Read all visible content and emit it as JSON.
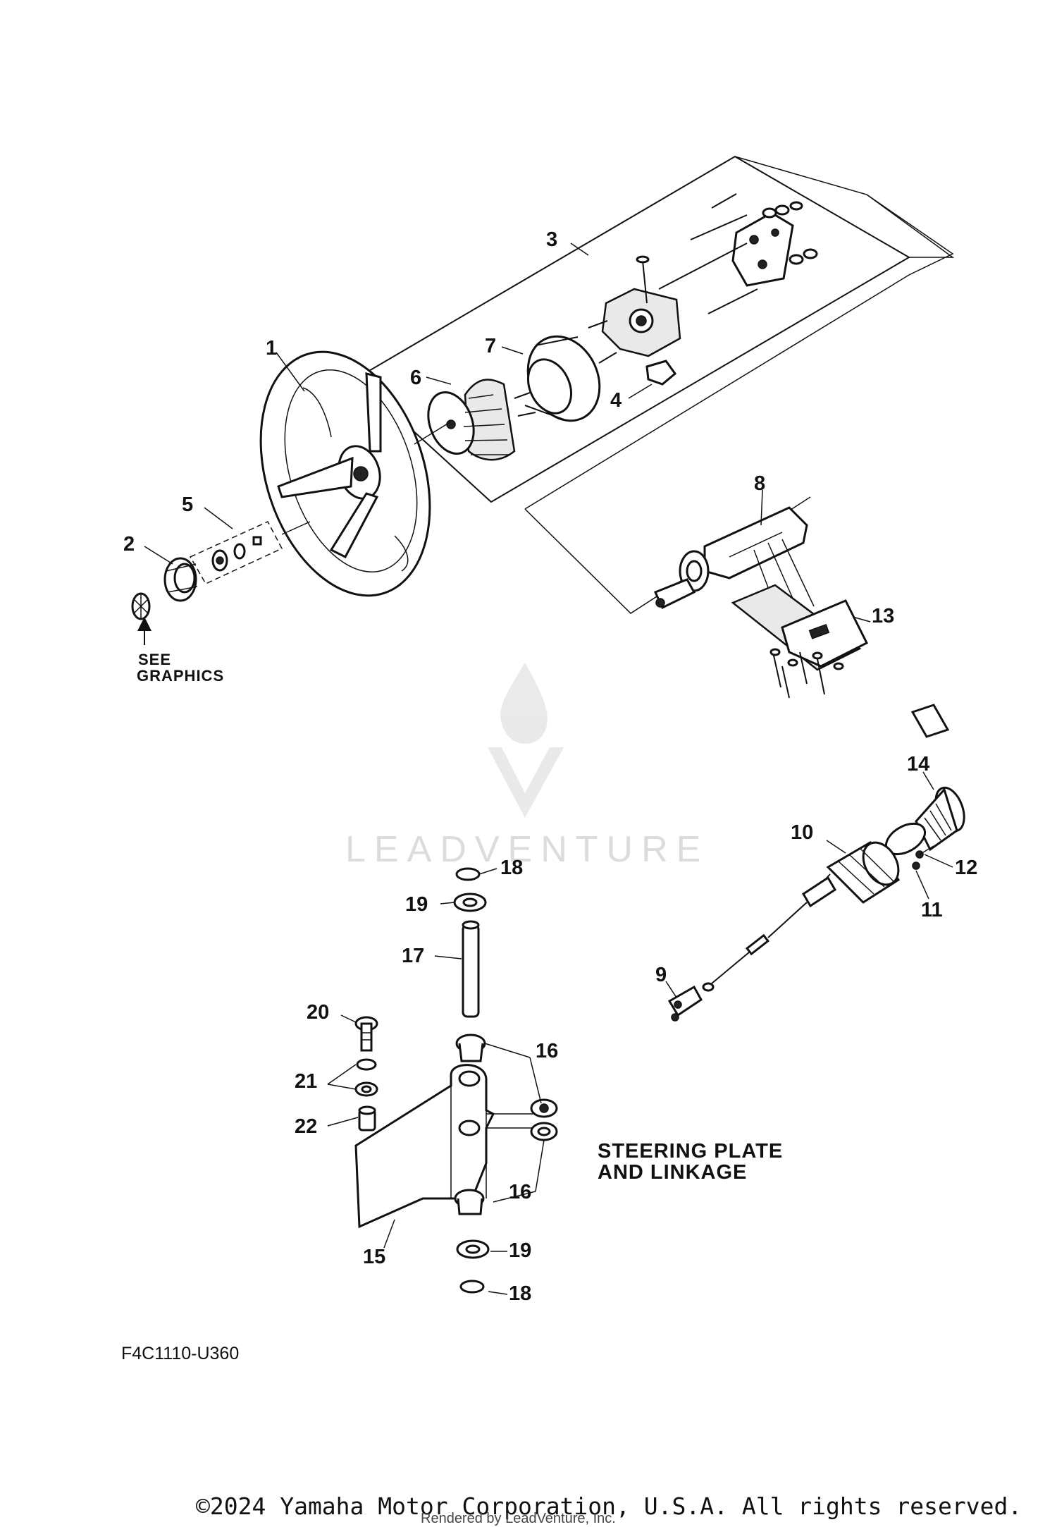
{
  "diagram": {
    "callouts": {
      "c1": "1",
      "c2": "2",
      "c3": "3",
      "c4": "4",
      "c5": "5",
      "c6": "6",
      "c7": "7",
      "c8": "8",
      "c9": "9",
      "c10": "10",
      "c11": "11",
      "c12": "12",
      "c13": "13",
      "c14": "14",
      "c15": "15",
      "c16a": "16",
      "c16b": "16",
      "c17": "17",
      "c18a": "18",
      "c18b": "18",
      "c19a": "19",
      "c19b": "19",
      "c20": "20",
      "c21": "21",
      "c22": "22"
    },
    "see_graphics_line1": "SEE",
    "see_graphics_line2": "GRAPHICS",
    "section_title_line1": "STEERING PLATE",
    "section_title_line2": "AND LINKAGE",
    "figure_code": "F4C1110-U360"
  },
  "watermark": {
    "text": "LEADVENTURE"
  },
  "footer": {
    "copyright": "©2024 Yamaha Motor Corporation, U.S.A. All rights reserved.",
    "rendered_by": "Rendered by LeadVenture, Inc."
  }
}
